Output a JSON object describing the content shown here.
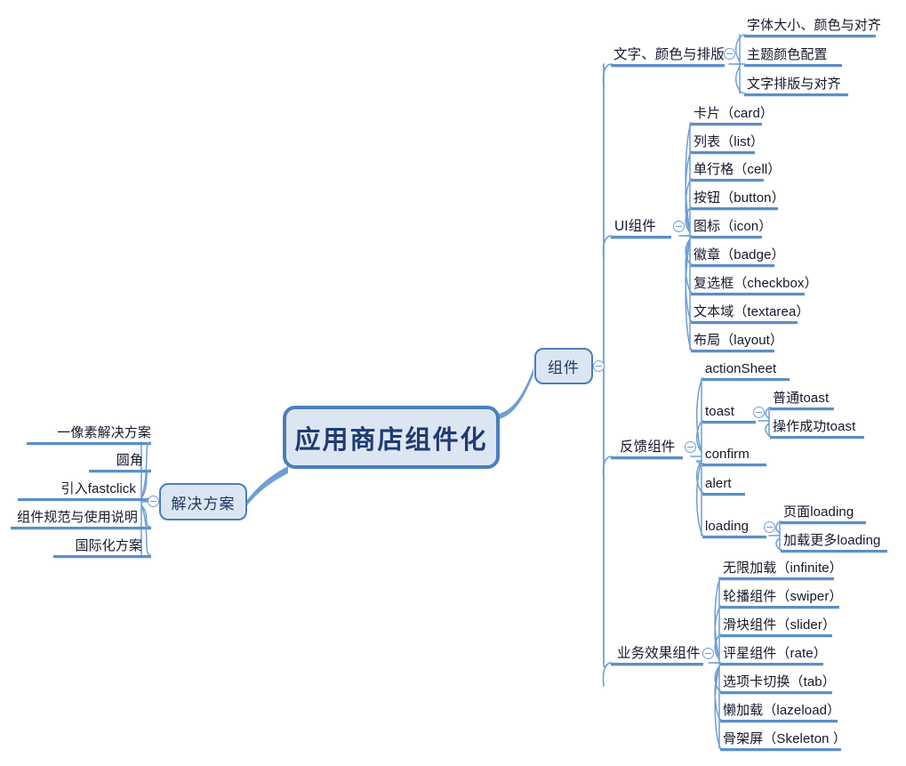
{
  "meta": {
    "colors": {
      "branch_line": "#6f9ed4",
      "underline": "#5b8fc7",
      "node_fill": "#dce6f2",
      "node_border": "#4a7ebb",
      "text": "#15172b",
      "node_text": "#1f3864"
    }
  },
  "root": {
    "label": "应用商店组件化"
  },
  "left_branch": {
    "label": "解决方案",
    "children": [
      {
        "label": "一像素解决方案"
      },
      {
        "label": "圆角"
      },
      {
        "label": "引入fastclick"
      },
      {
        "label": "组件规范与使用说明"
      },
      {
        "label": "国际化方案"
      }
    ]
  },
  "right_branch": {
    "label": "组件",
    "children": [
      {
        "label": "文字、颜色与排版",
        "children": [
          {
            "label": "字体大小、颜色与对齐"
          },
          {
            "label": "主题颜色配置"
          },
          {
            "label": "文字排版与对齐"
          }
        ]
      },
      {
        "label": "UI组件",
        "children": [
          {
            "label": "卡片（card）"
          },
          {
            "label": "列表（list）"
          },
          {
            "label": "单行格（cell）"
          },
          {
            "label": "按钮（button）"
          },
          {
            "label": "图标（icon）"
          },
          {
            "label": "徽章（badge）"
          },
          {
            "label": "复选框（checkbox）"
          },
          {
            "label": "文本域（textarea）"
          },
          {
            "label": "布局（layout）"
          }
        ]
      },
      {
        "label": "反馈组件",
        "children": [
          {
            "label": "actionSheet"
          },
          {
            "label": "toast",
            "children": [
              {
                "label": "普通toast"
              },
              {
                "label": "操作成功toast"
              }
            ]
          },
          {
            "label": "confirm"
          },
          {
            "label": "alert"
          },
          {
            "label": "loading",
            "children": [
              {
                "label": "页面loading"
              },
              {
                "label": "加载更多loading"
              }
            ]
          }
        ]
      },
      {
        "label": "业务效果组件",
        "children": [
          {
            "label": "无限加载（infinite）"
          },
          {
            "label": "轮播组件（swiper）"
          },
          {
            "label": "滑块组件（slider）"
          },
          {
            "label": "评星组件（rate）"
          },
          {
            "label": "选项卡切换（tab）"
          },
          {
            "label": "懒加载（lazeload）"
          },
          {
            "label": "骨架屏（Skeleton ）"
          }
        ]
      }
    ]
  }
}
